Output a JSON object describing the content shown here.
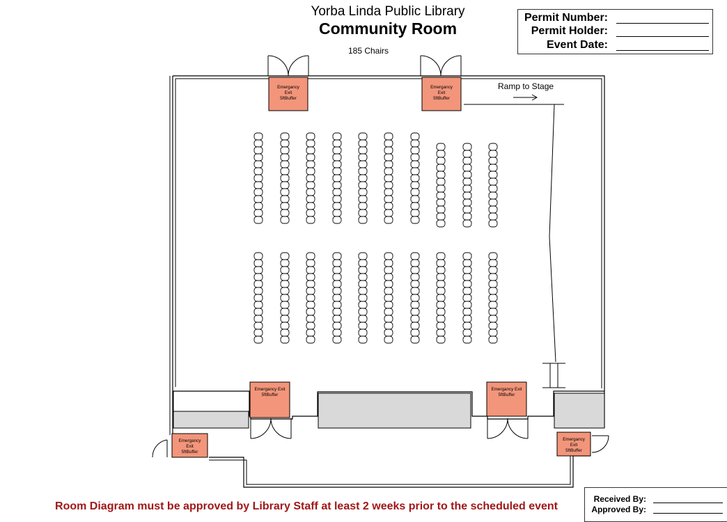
{
  "header": {
    "library_name": "Yorba Linda Public Library",
    "room_name": "Community Room",
    "chair_count": "185 Chairs"
  },
  "permit_form": {
    "permit_number_label": "Permit Number:",
    "permit_holder_label": "Permit Holder:",
    "event_date_label": "Event Date:"
  },
  "staff_form": {
    "received_by_label": "Received By:",
    "approved_by_label": "Approved By:"
  },
  "exit_zone": {
    "line1": "Emergancy",
    "line2": "Exit",
    "line3": "5ftBuffer",
    "inline_label": "Emergancy Exit"
  },
  "ramp_label": "Ramp to Stage",
  "notice": "Room Diagram must be approved by Library Staff at least 2 weeks prior to the scheduled event",
  "colors": {
    "exit_zone_fill": "#f2957a",
    "notice_text": "#a01818",
    "fixture_fill": "#d9d9d9"
  },
  "seating": {
    "front_section_rows_per_column": [
      13,
      13,
      13,
      13,
      13,
      13,
      13,
      12,
      12,
      12
    ],
    "back_section_rows_per_column": [
      13,
      13,
      13,
      13,
      13,
      13,
      13,
      13,
      13,
      13
    ]
  }
}
